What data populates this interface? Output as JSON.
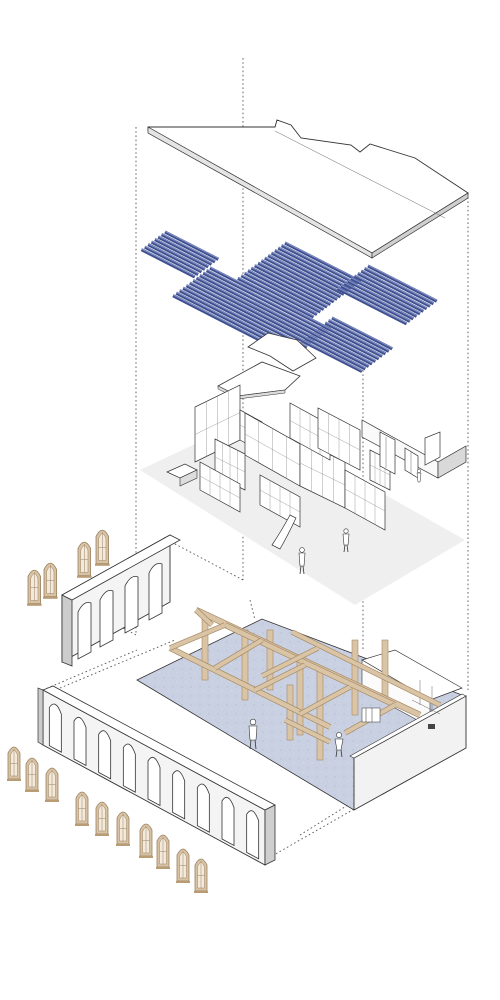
{
  "diagram": {
    "kind": "exploded-axonometric",
    "layers": [
      {
        "id": "roof-slab",
        "label": ""
      },
      {
        "id": "solar-panel-array",
        "label": ""
      },
      {
        "id": "mezzanine-plates",
        "label": ""
      },
      {
        "id": "interior-partitions",
        "label": ""
      },
      {
        "id": "arched-facade-wall",
        "label": ""
      },
      {
        "id": "timber-frame-and-slab",
        "label": ""
      },
      {
        "id": "window-frames",
        "label": ""
      }
    ],
    "colors": {
      "line": "#333333",
      "panel_fill": "#7f8fc6",
      "panel_dark": "#3f4f8e",
      "floor_fill": "#c9d0e2",
      "ghost_floor": "#efefef",
      "timber": "#d9c4a6",
      "timber_dark": "#a88a63",
      "window": "#d8c2a4",
      "wall_shade": "#d9d9d9",
      "wall_face": "#f6f6f6"
    }
  }
}
